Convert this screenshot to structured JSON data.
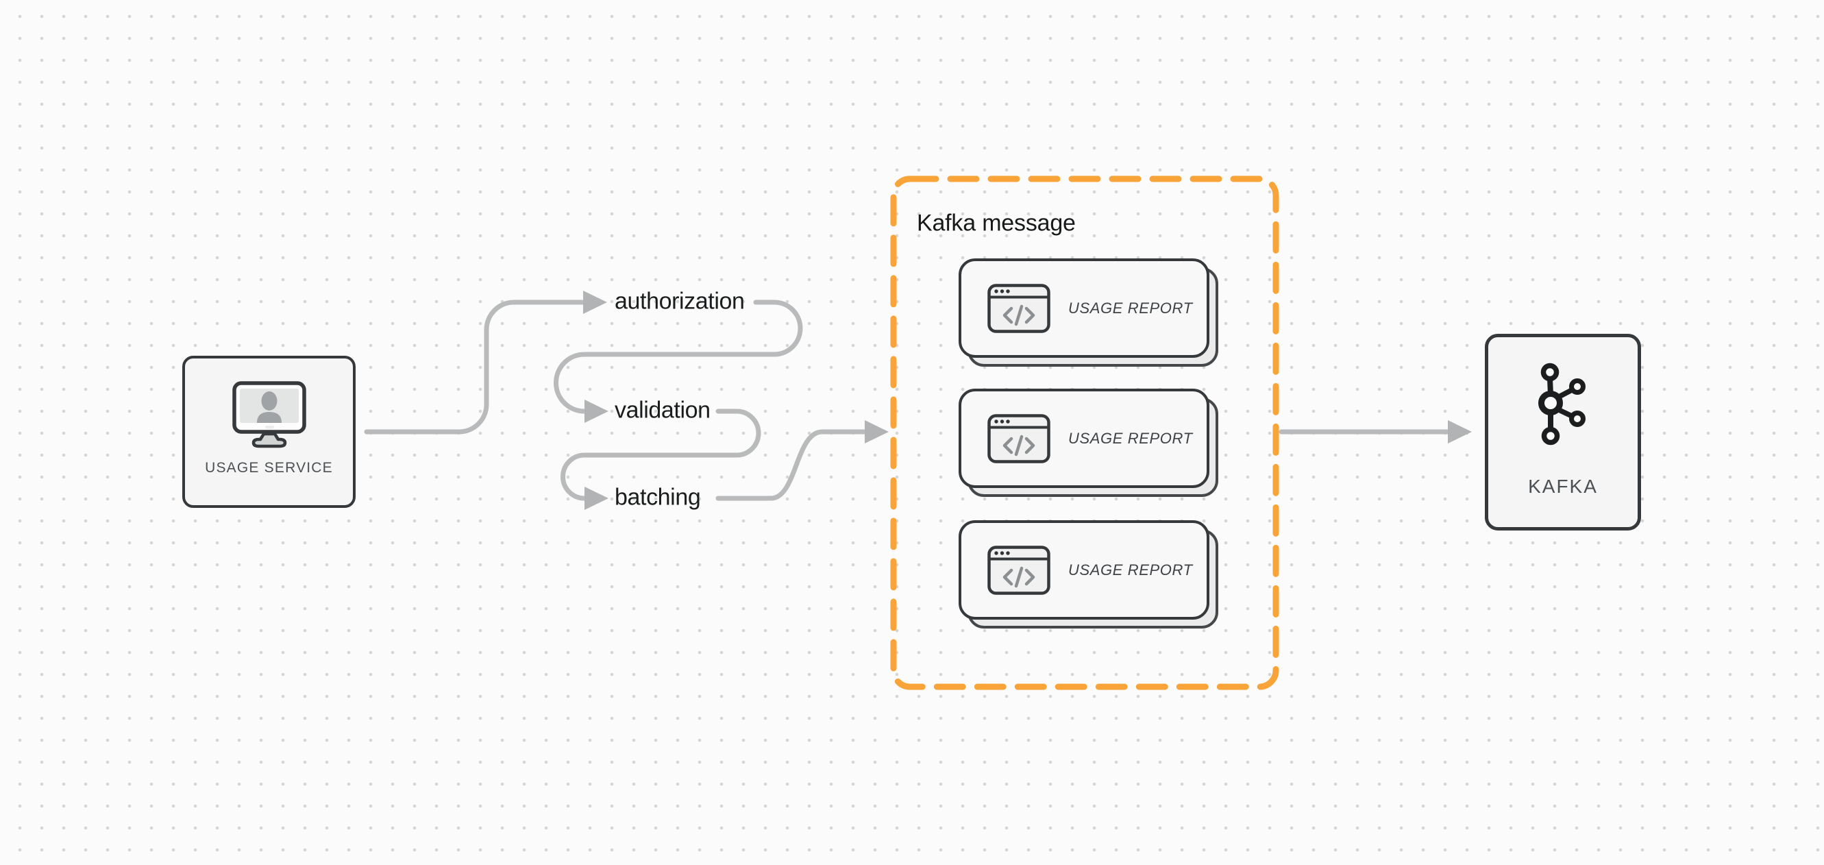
{
  "usage_service": {
    "label": "USAGE SERVICE",
    "icon": "user-monitor-icon"
  },
  "flow_steps": [
    {
      "label": "authorization"
    },
    {
      "label": "validation"
    },
    {
      "label": "batching"
    }
  ],
  "kafka_message_group": {
    "title": "Kafka message",
    "cards": [
      {
        "label": "USAGE REPORT",
        "icon": "code-window-icon"
      },
      {
        "label": "USAGE REPORT",
        "icon": "code-window-icon"
      },
      {
        "label": "USAGE REPORT",
        "icon": "code-window-icon"
      }
    ]
  },
  "kafka": {
    "label": "KAFKA",
    "icon": "kafka-logo-icon"
  },
  "colors": {
    "accent_orange": "#F8A438",
    "arrow_gray": "#b9babb",
    "node_border": "#35393c",
    "label_text": "#1a1c1e",
    "muted_text": "#4b5054",
    "background": "#fafbfa",
    "grid_dot": "#d5d6d5"
  }
}
